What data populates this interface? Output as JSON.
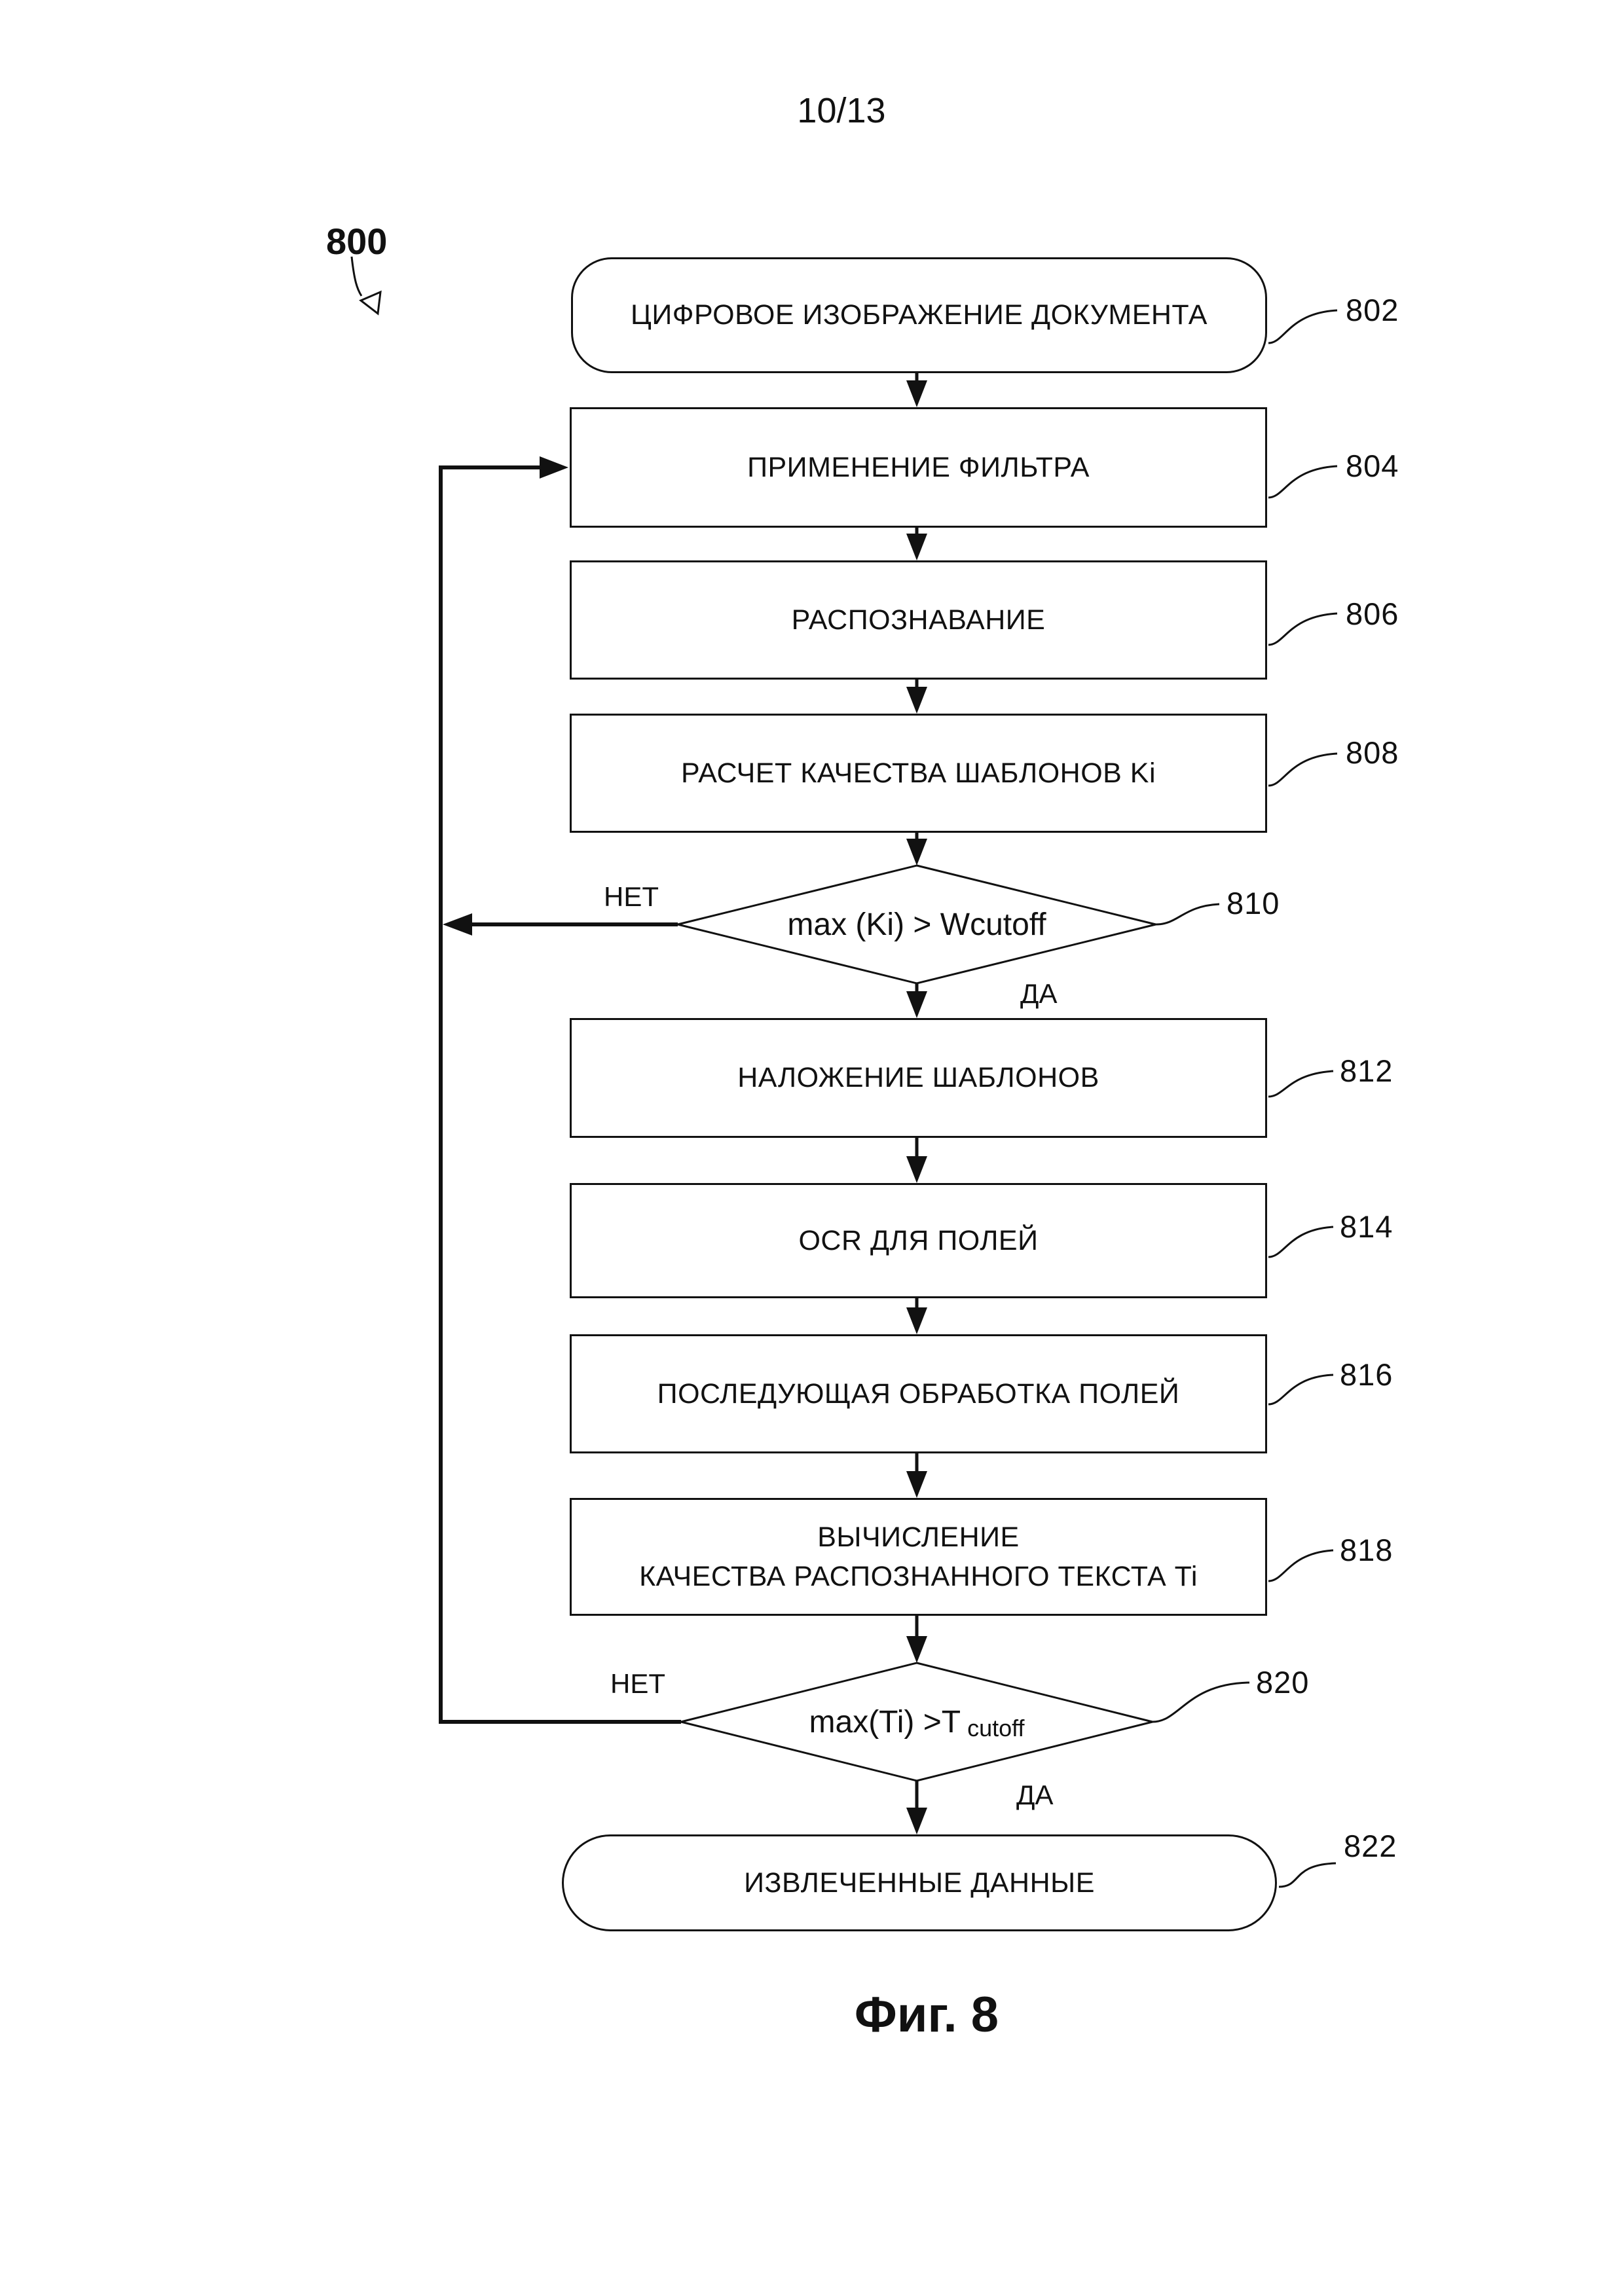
{
  "page": {
    "number": "10/13",
    "diagram_ref": "800",
    "caption": "Фиг. 8"
  },
  "nodes": [
    {
      "ref": "802",
      "shape": "terminal",
      "label": "ЦИФРОВОЕ ИЗОБРАЖЕНИЕ ДОКУМЕНТА"
    },
    {
      "ref": "804",
      "shape": "process",
      "label": "ПРИМЕНЕНИЕ ФИЛЬТРА"
    },
    {
      "ref": "806",
      "shape": "process",
      "label": "РАСПОЗНАВАНИЕ"
    },
    {
      "ref": "808",
      "shape": "process",
      "label": "РАСЧЕТ КАЧЕСТВА ШАБЛОНОВ Ki"
    },
    {
      "ref": "810",
      "shape": "decision",
      "label": "max (Ki) > Wcutoff",
      "branch_no": "НЕТ",
      "branch_yes": "ДА"
    },
    {
      "ref": "812",
      "shape": "process",
      "label": "НАЛОЖЕНИЕ ШАБЛОНОВ"
    },
    {
      "ref": "814",
      "shape": "process",
      "label": "OCR ДЛЯ ПОЛЕЙ"
    },
    {
      "ref": "816",
      "shape": "process",
      "label": "ПОСЛЕДУЮЩАЯ ОБРАБОТКА ПОЛЕЙ"
    },
    {
      "ref": "818",
      "shape": "process",
      "label_line1": "ВЫЧИСЛЕНИЕ",
      "label_line2": "КАЧЕСТВА РАСПОЗНАННОГО ТЕКСТА Ti"
    },
    {
      "ref": "820",
      "shape": "decision",
      "label_main": "max(Ti) >T",
      "label_sub": "cutoff",
      "branch_no": "НЕТ",
      "branch_yes": "ДА"
    },
    {
      "ref": "822",
      "shape": "stadium",
      "label": "ИЗВЛЕЧЕННЫЕ ДАННЫЕ"
    }
  ],
  "colors": {
    "ink": "#111111",
    "background": "#ffffff"
  }
}
